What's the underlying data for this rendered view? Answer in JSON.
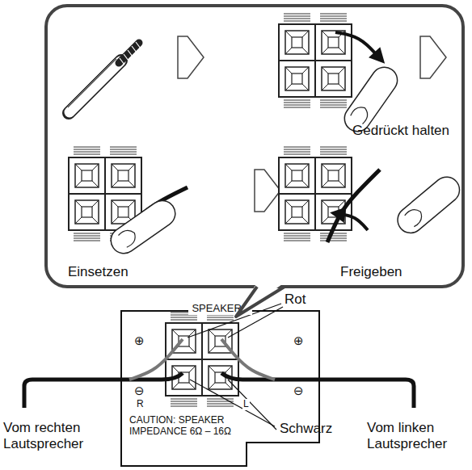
{
  "diagram": {
    "nodes": [
      {
        "text": [
          "Gedrückt halten",
          "Einsetzen",
          "Freigeben"
        ]
      },
      {
        "text": [
          "SPEAKERS",
          "CAUTION: SPEAKER IMPEDANCE 6Ω – 16Ω"
        ]
      }
    ],
    "labels": [
      "Rot",
      "⊕",
      "⊕",
      "⊖",
      "⊖",
      "R",
      "L",
      "Vom rechten Lautsprecher",
      "Schwarz",
      "Vom linken Lautsprecher"
    ]
  }
}
